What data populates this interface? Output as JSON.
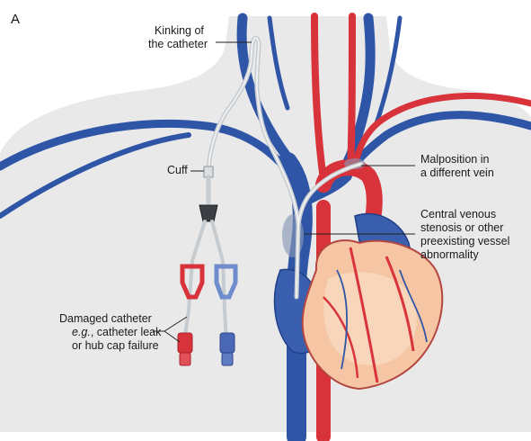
{
  "panel_letter": "A",
  "labels": {
    "kinking_line1": "Kinking of",
    "kinking_line2": "the catheter",
    "cuff": "Cuff",
    "malposition_line1": "Malposition in",
    "malposition_line2": "a different vein",
    "stenosis_line1": "Central venous",
    "stenosis_line2": "stenosis or other",
    "stenosis_line3": "preexisting vessel",
    "stenosis_line4": "abnormality",
    "damaged_line1": "Damaged catheter",
    "damaged_line2_em": "e.g.",
    "damaged_line2_rest": ", catheter leak",
    "damaged_line3": "or hub cap failure"
  },
  "colors": {
    "vein": "#2f55a6",
    "vein_dark": "#1f3f86",
    "artery": "#d8323a",
    "artery_dark": "#a8222a",
    "body": "#e9e9ea",
    "catheter": "#cfd3d6",
    "heart_fill": "#f6c6a4",
    "heart_red": "#d9343b"
  }
}
